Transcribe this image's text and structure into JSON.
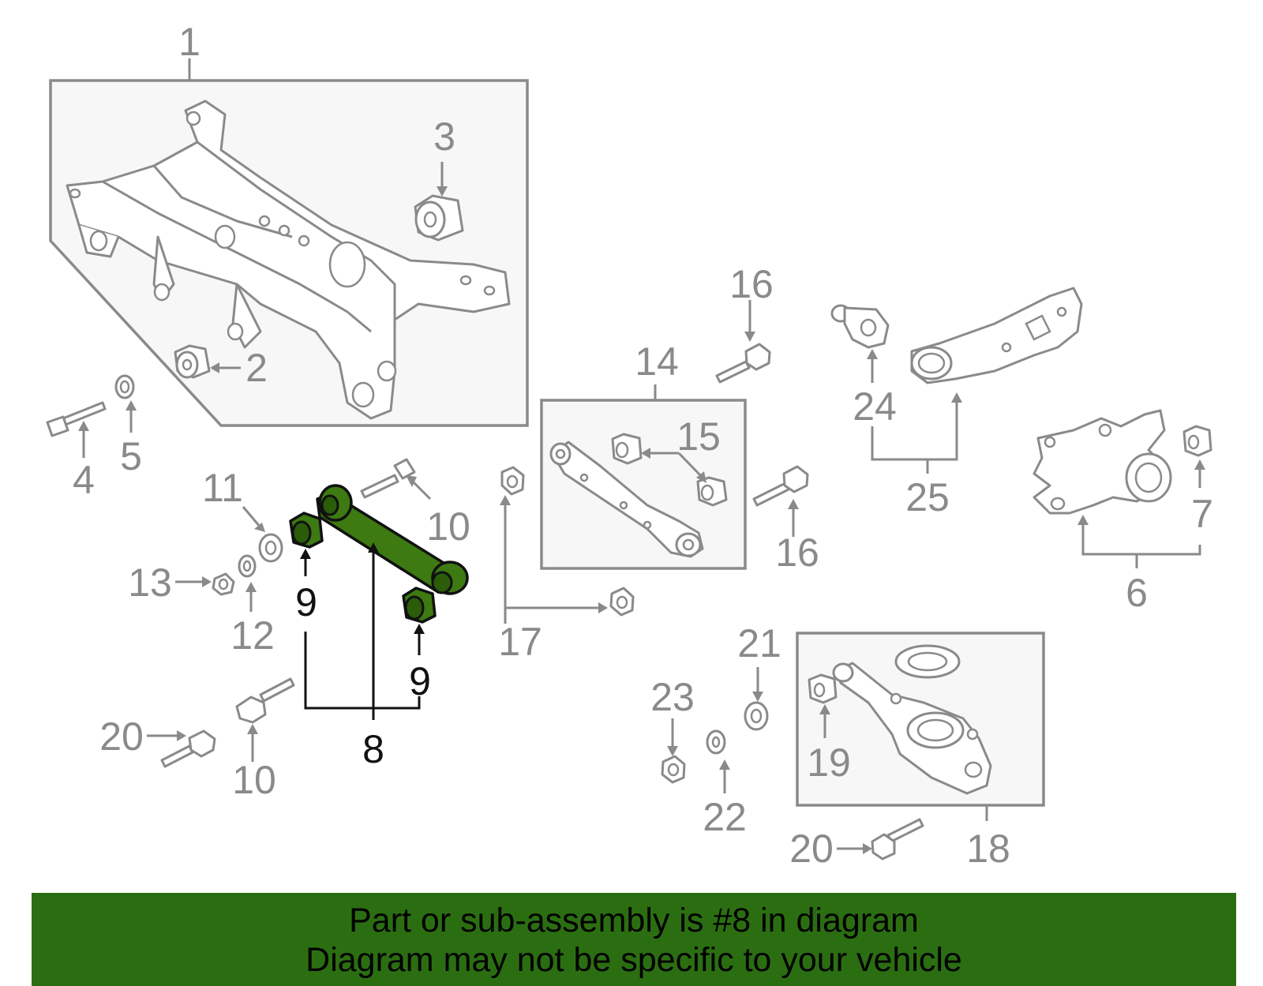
{
  "callouts": {
    "c1": "1",
    "c2": "2",
    "c3": "3",
    "c4": "4",
    "c5": "5",
    "c6": "6",
    "c7": "7",
    "c8": "8",
    "c9a": "9",
    "c9b": "9",
    "c10a": "10",
    "c10b": "10",
    "c11": "11",
    "c12": "12",
    "c13": "13",
    "c14": "14",
    "c15": "15",
    "c16a": "16",
    "c16b": "16",
    "c17": "17",
    "c18": "18",
    "c19": "19",
    "c20a": "20",
    "c20b": "20",
    "c21": "21",
    "c22": "22",
    "c23": "23",
    "c24": "24",
    "c25": "25"
  },
  "highlight": {
    "part_number": "8",
    "color": "#3d7a12"
  },
  "banner": {
    "line1": "Part or sub-assembly is #8 in diagram",
    "line2": "Diagram may not be specific to your vehicle",
    "background": "#2b6e12"
  }
}
